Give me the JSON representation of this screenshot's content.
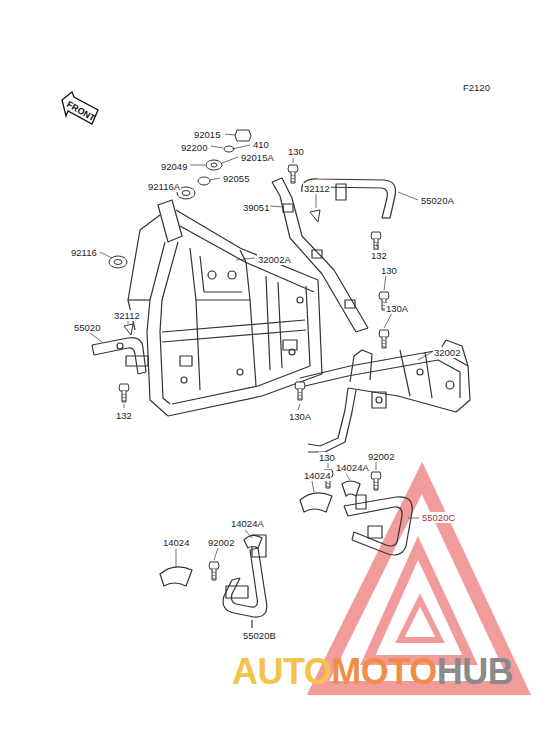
{
  "diagram": {
    "labels": [
      "F2120",
      "FRONT",
      "92015",
      "410",
      "92200",
      "92015A",
      "92049",
      "92055",
      "92116A",
      "92116",
      "130",
      "32112",
      "55020A",
      "39051",
      "132",
      "130",
      "130A",
      "32002A",
      "32112",
      "55020",
      "132",
      "32002",
      "130A",
      "130",
      "92002",
      "14024",
      "14024A",
      "55020C",
      "14024A",
      "14024",
      "92002",
      "55020B",
      "AUTO",
      "MOTO",
      "HUB"
    ]
  }
}
